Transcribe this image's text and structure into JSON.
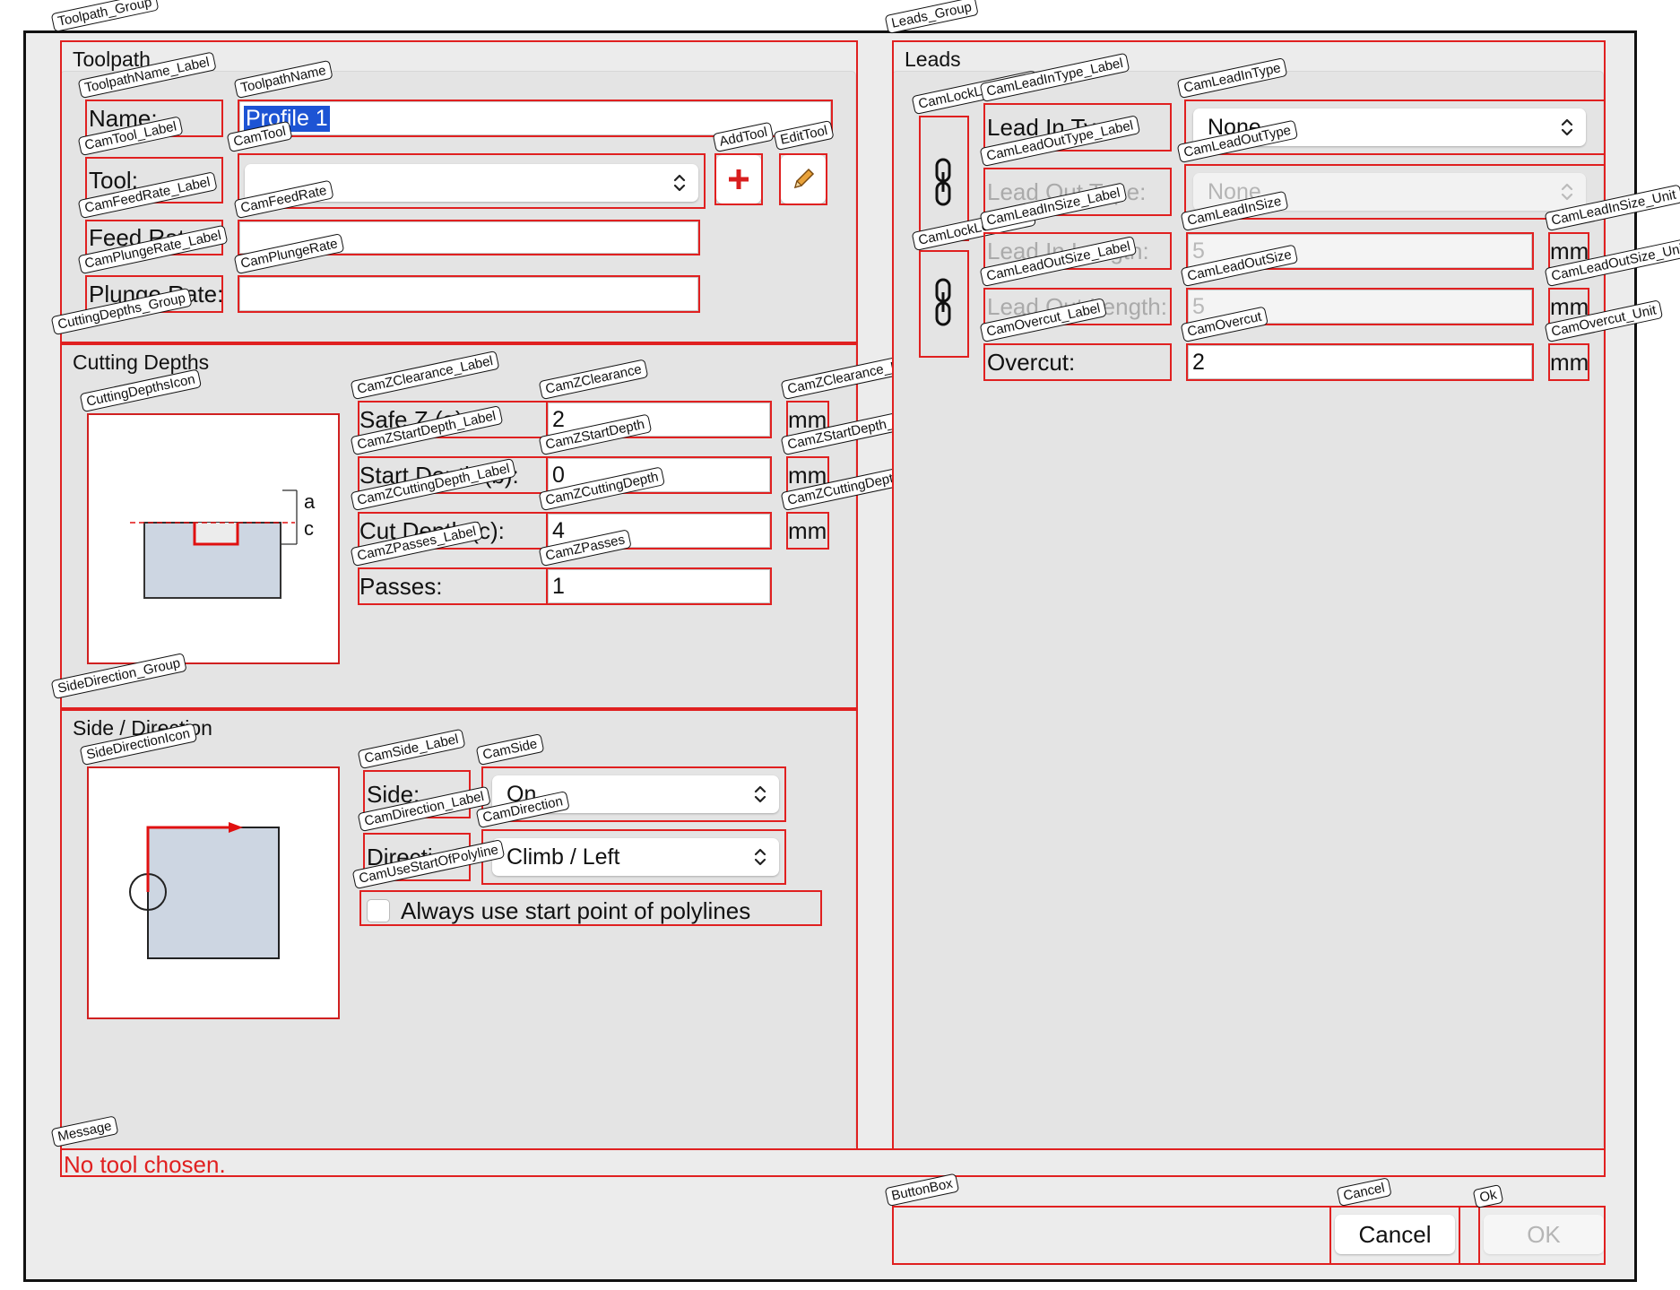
{
  "colors": {
    "overlay": "#e02020",
    "message": "#e02020",
    "selection": "#1d54d4",
    "dialog_bg": "#ececec"
  },
  "toolpath": {
    "group_tag": "Toolpath_Group",
    "title": "Toolpath",
    "name_label_tag": "ToolpathName_Label",
    "name_label": "Name:",
    "name_tag": "ToolpathName",
    "name_value": "Profile 1",
    "tool_label_tag": "CamTool_Label",
    "tool_label": "Tool:",
    "tool_tag": "CamTool",
    "tool_value": "",
    "add_tool_tag": "AddTool",
    "add_tool_icon": "plus-icon",
    "edit_tool_tag": "EditTool",
    "edit_tool_icon": "pencil-icon",
    "feed_label_tag": "CamFeedRate_Label",
    "feed_label": "Feed Rate:",
    "feed_tag": "CamFeedRate",
    "feed_value": "",
    "plunge_label_tag": "CamPlungeRate_Label",
    "plunge_label": "Plunge Rate:",
    "plunge_tag": "CamPlungeRate",
    "plunge_value": ""
  },
  "cutting_depths": {
    "group_tag": "CuttingDepths_Group",
    "title": "Cutting Depths",
    "icon_tag": "CuttingDepthsIcon",
    "icon_label_a": "a",
    "icon_label_c": "c",
    "clearance_label_tag": "CamZClearance_Label",
    "clearance_label": "Safe Z (a):",
    "clearance_tag": "CamZClearance",
    "clearance_value": "2",
    "clearance_unit_tag": "CamZClearance_Unit",
    "clearance_unit": "mm",
    "start_label_tag": "CamZStartDepth_Label",
    "start_label": "Start Depth (b):",
    "start_tag": "CamZStartDepth",
    "start_value": "0",
    "start_unit_tag": "CamZStartDepth_Unit",
    "start_unit": "mm",
    "cut_label_tag": "CamZCuttingDepth_Label",
    "cut_label": "Cut Depth (c):",
    "cut_tag": "CamZCuttingDepth",
    "cut_value": "4",
    "cut_unit_tag": "CamZCuttingDepth_Unit",
    "cut_unit": "mm",
    "passes_label_tag": "CamZPasses_Label",
    "passes_label": "Passes:",
    "passes_tag": "CamZPasses",
    "passes_value": "1"
  },
  "side_direction": {
    "group_tag": "SideDirection_Group",
    "title": "Side / Direction",
    "icon_tag": "SideDirectionIcon",
    "side_label_tag": "CamSide_Label",
    "side_label": "Side:",
    "side_tag": "CamSide",
    "side_value": "On",
    "direction_label_tag": "CamDirection_Label",
    "direction_label": "Direction:",
    "direction_tag": "CamDirection",
    "direction_value": "Climb / Left",
    "use_start_tag": "CamUseStartOfPolyline",
    "use_start_label": "Always use start point of polylines",
    "use_start_checked": false
  },
  "leads": {
    "group_tag": "Leads_Group",
    "title": "Leads",
    "lock_type_tag": "CamLockLeadType",
    "lock_size_tag": "CamLockLeadSize",
    "lock_icon": "chain-link-icon",
    "lead_in_type_label_tag": "CamLeadInType_Label",
    "lead_in_type_label": "Lead In Type:",
    "lead_in_type_tag": "CamLeadInType",
    "lead_in_type_value": "None",
    "lead_out_type_label_tag": "CamLeadOutType_Label",
    "lead_out_type_label": "Lead Out Type:",
    "lead_out_type_tag": "CamLeadOutType",
    "lead_out_type_value": "None",
    "lead_in_size_label_tag": "CamLeadInSize_Label",
    "lead_in_size_label": "Lead In Length:",
    "lead_in_size_tag": "CamLeadInSize",
    "lead_in_size_value": "5",
    "lead_in_size_unit_tag": "CamLeadInSize_Unit",
    "lead_in_size_unit": "mm",
    "lead_out_size_label_tag": "CamLeadOutSize_Label",
    "lead_out_size_label": "Lead Out Length:",
    "lead_out_size_tag": "CamLeadOutSize",
    "lead_out_size_value": "5",
    "lead_out_size_unit_tag": "CamLeadOutSize_Unit",
    "lead_out_size_unit": "mm",
    "overcut_label_tag": "CamOvercut_Label",
    "overcut_label": "Overcut:",
    "overcut_tag": "CamOvercut",
    "overcut_value": "2",
    "overcut_unit_tag": "CamOvercut_Unit",
    "overcut_unit": "mm"
  },
  "message": {
    "tag": "Message",
    "text": "No tool chosen."
  },
  "buttons": {
    "box_tag": "ButtonBox",
    "cancel_tag": "Cancel",
    "cancel_label": "Cancel",
    "ok_tag": "Ok",
    "ok_label": "OK"
  }
}
